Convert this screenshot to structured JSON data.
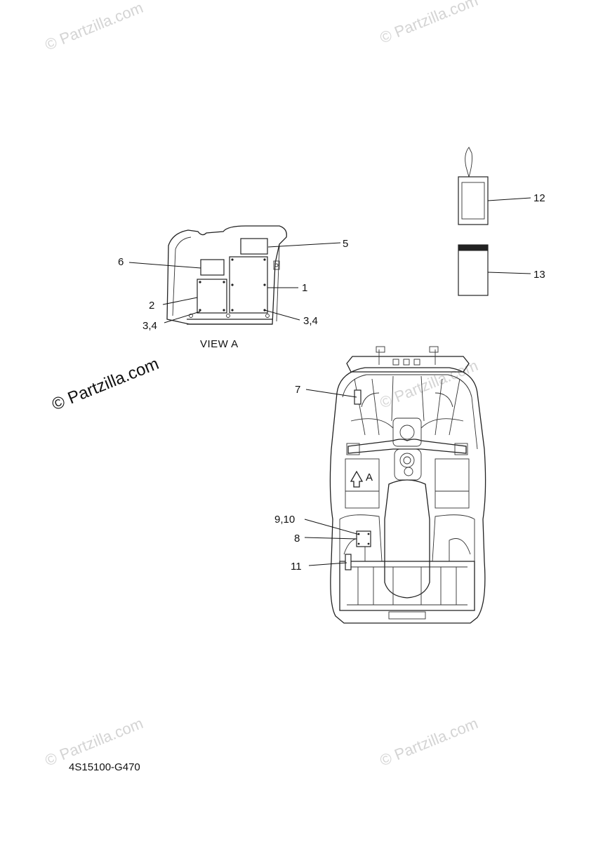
{
  "diagram": {
    "part_code": "4S15100-G470",
    "view_caption": "VIEW A",
    "arrow_label": "A",
    "callouts": {
      "c1": "1",
      "c2": "2",
      "c34_left": "3,4",
      "c34_right": "3,4",
      "c5": "5",
      "c6": "6",
      "c7": "7",
      "c8": "8",
      "c910": "9,10",
      "c11": "11",
      "c12": "12",
      "c13": "13"
    }
  },
  "watermarks": {
    "main": "© Partzilla.com",
    "faint": "© Partzilla.com"
  },
  "colors": {
    "line": "#222222",
    "watermark": "#d4d4d4"
  }
}
